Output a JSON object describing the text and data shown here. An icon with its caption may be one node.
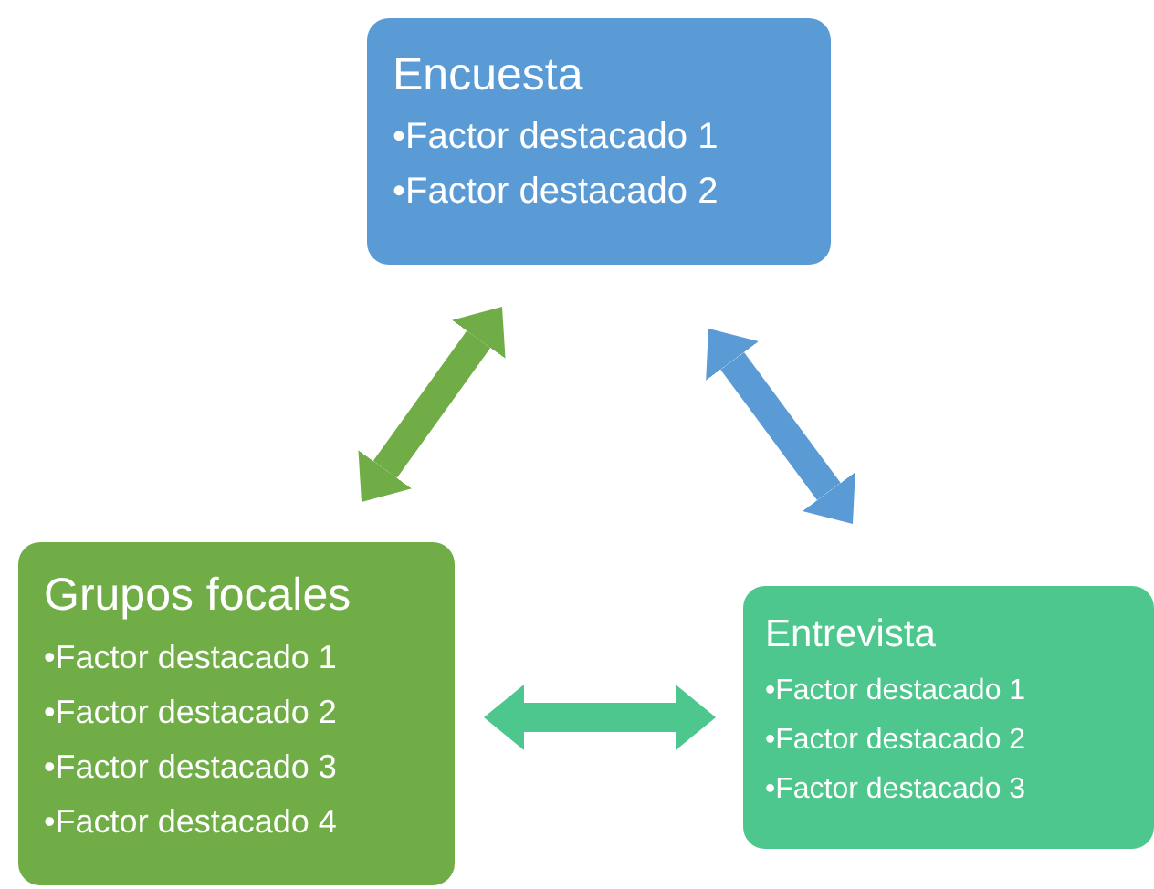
{
  "diagram": {
    "nodes": [
      {
        "text": [
          "Encuesta",
          "•Factor destacado 1",
          "•Factor destacado 2"
        ]
      },
      {
        "text": [
          "Grupos focales",
          "•Factor destacado 1",
          "•Factor destacado 2",
          "•Factor destacado 3",
          "•Factor destacado 4"
        ]
      },
      {
        "text": [
          "Entrevista",
          "•Factor destacado 1",
          "•Factor destacado 2",
          "•Factor destacado 3"
        ]
      }
    ],
    "edges": [
      {
        "from": 0,
        "to": 1,
        "arrow": "both",
        "color": "#70ad47"
      },
      {
        "from": 0,
        "to": 2,
        "arrow": "both",
        "color": "#5b9bd5"
      },
      {
        "from": 1,
        "to": 2,
        "arrow": "both",
        "color": "#4dc78d"
      }
    ]
  }
}
